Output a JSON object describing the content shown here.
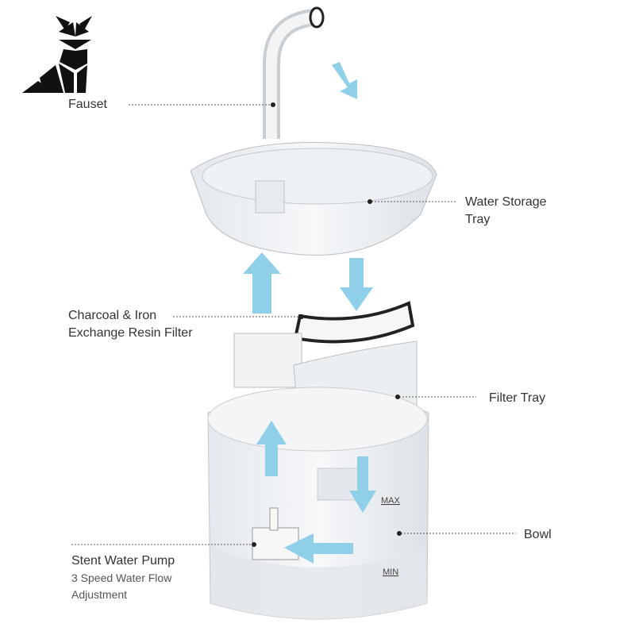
{
  "labels": {
    "faucet": "Fauset",
    "water_storage_tray": [
      "Water Storage",
      "Tray"
    ],
    "filter": [
      "Charcoal & Iron",
      "Exchange Resin Filter"
    ],
    "filter_tray": "Filter Tray",
    "bowl": "Bowl",
    "pump_title": "Stent Water Pump",
    "pump_desc": [
      "3 Speed Water Flow",
      "Adjustment"
    ]
  },
  "bowl_marks": {
    "max": "MAX",
    "min": "MIN"
  },
  "colors": {
    "arrow": "#8fd0e8",
    "label_text": "#333333",
    "logo": "#111111"
  }
}
